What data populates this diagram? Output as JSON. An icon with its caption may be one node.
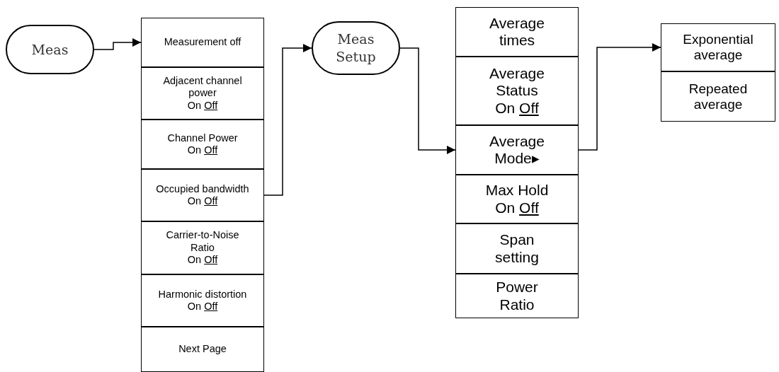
{
  "diagram": {
    "nodes": [
      {
        "text": [
          "Meas"
        ]
      },
      {
        "text": [
          "Measurement off"
        ]
      },
      {
        "text": [
          "Adjacent channel power",
          "On Off"
        ]
      },
      {
        "text": [
          "Channel Power",
          "On Off"
        ]
      },
      {
        "text": [
          "Occupied bandwidth",
          "On Off"
        ]
      },
      {
        "text": [
          "Carrier-to-Noise Ratio",
          "On Off"
        ]
      },
      {
        "text": [
          "Harmonic distortion",
          "On Off"
        ]
      },
      {
        "text": [
          "Next Page"
        ]
      },
      {
        "text": [
          "Meas Setup"
        ]
      },
      {
        "text": [
          "Average times"
        ]
      },
      {
        "text": [
          "Average Status",
          "On Off"
        ]
      },
      {
        "text": [
          "Average Mode▸"
        ]
      },
      {
        "text": [
          "Max Hold",
          "On Off"
        ]
      },
      {
        "text": [
          "Span setting"
        ]
      },
      {
        "text": [
          "Power Ratio"
        ]
      },
      {
        "text": [
          "Exponential average"
        ]
      },
      {
        "text": [
          "Repeated average"
        ]
      }
    ],
    "edges": [
      {
        "from": 0,
        "to": 1,
        "arrow": "to"
      },
      {
        "from": 4,
        "to": 8,
        "arrow": "to"
      },
      {
        "from": 8,
        "to": 11,
        "arrow": "to"
      },
      {
        "from": 11,
        "to": 15,
        "arrow": "to"
      }
    ]
  }
}
